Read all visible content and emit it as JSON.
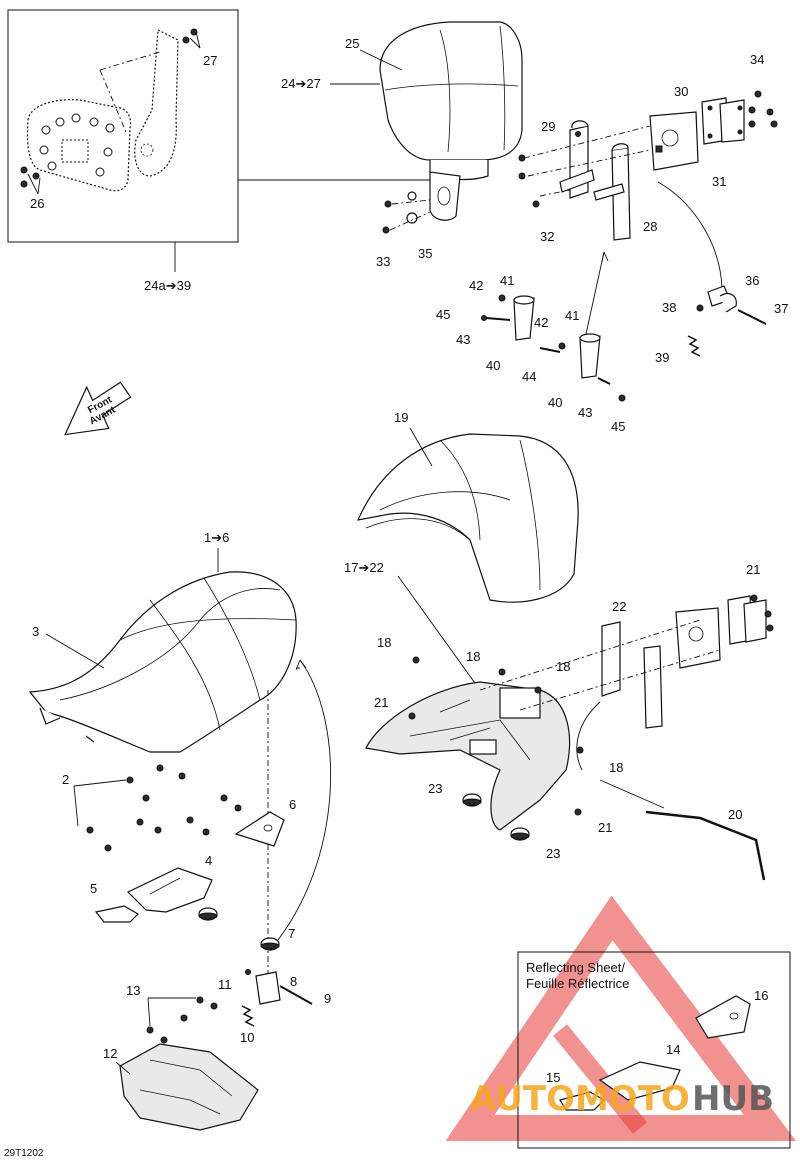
{
  "front_arrow": {
    "line1": "Front",
    "line2": "Avant"
  },
  "inset_reflect": {
    "line1": "Reflecting Sheet/",
    "line2": "Feuille Réflectrice"
  },
  "diagram_code": "29T1202",
  "watermark": {
    "part1": "AUTOMOTO",
    "part2": "HUB",
    "color1": "#f5a623",
    "color2": "#555555",
    "triangle_color": "#e53935"
  },
  "callouts": {
    "c1_6": "1➔6",
    "c2": "2",
    "c3": "3",
    "c4": "4",
    "c5": "5",
    "c6": "6",
    "c7": "7",
    "c8": "8",
    "c9": "9",
    "c10": "10",
    "c11": "11",
    "c12": "12",
    "c13": "13",
    "c14": "14",
    "c15": "15",
    "c16": "16",
    "c17_22": "17➔22",
    "c18a": "18",
    "c18b": "18",
    "c18c": "18",
    "c18d": "18",
    "c19": "19",
    "c20": "20",
    "c21a": "21",
    "c21b": "21",
    "c21c": "21",
    "c22": "22",
    "c23a": "23",
    "c23b": "23",
    "c24_27": "24➔27",
    "c24a_39": "24a➔39",
    "c25": "25",
    "c26": "26",
    "c27": "27",
    "c28": "28",
    "c29": "29",
    "c30": "30",
    "c31": "31",
    "c32": "32",
    "c33": "33",
    "c34": "34",
    "c35": "35",
    "c36": "36",
    "c37": "37",
    "c38": "38",
    "c39": "39",
    "c40a": "40",
    "c40b": "40",
    "c41a": "41",
    "c41b": "41",
    "c42a": "42",
    "c42b": "42",
    "c43a": "43",
    "c43b": "43",
    "c44": "44",
    "c45a": "45",
    "c45b": "45"
  }
}
